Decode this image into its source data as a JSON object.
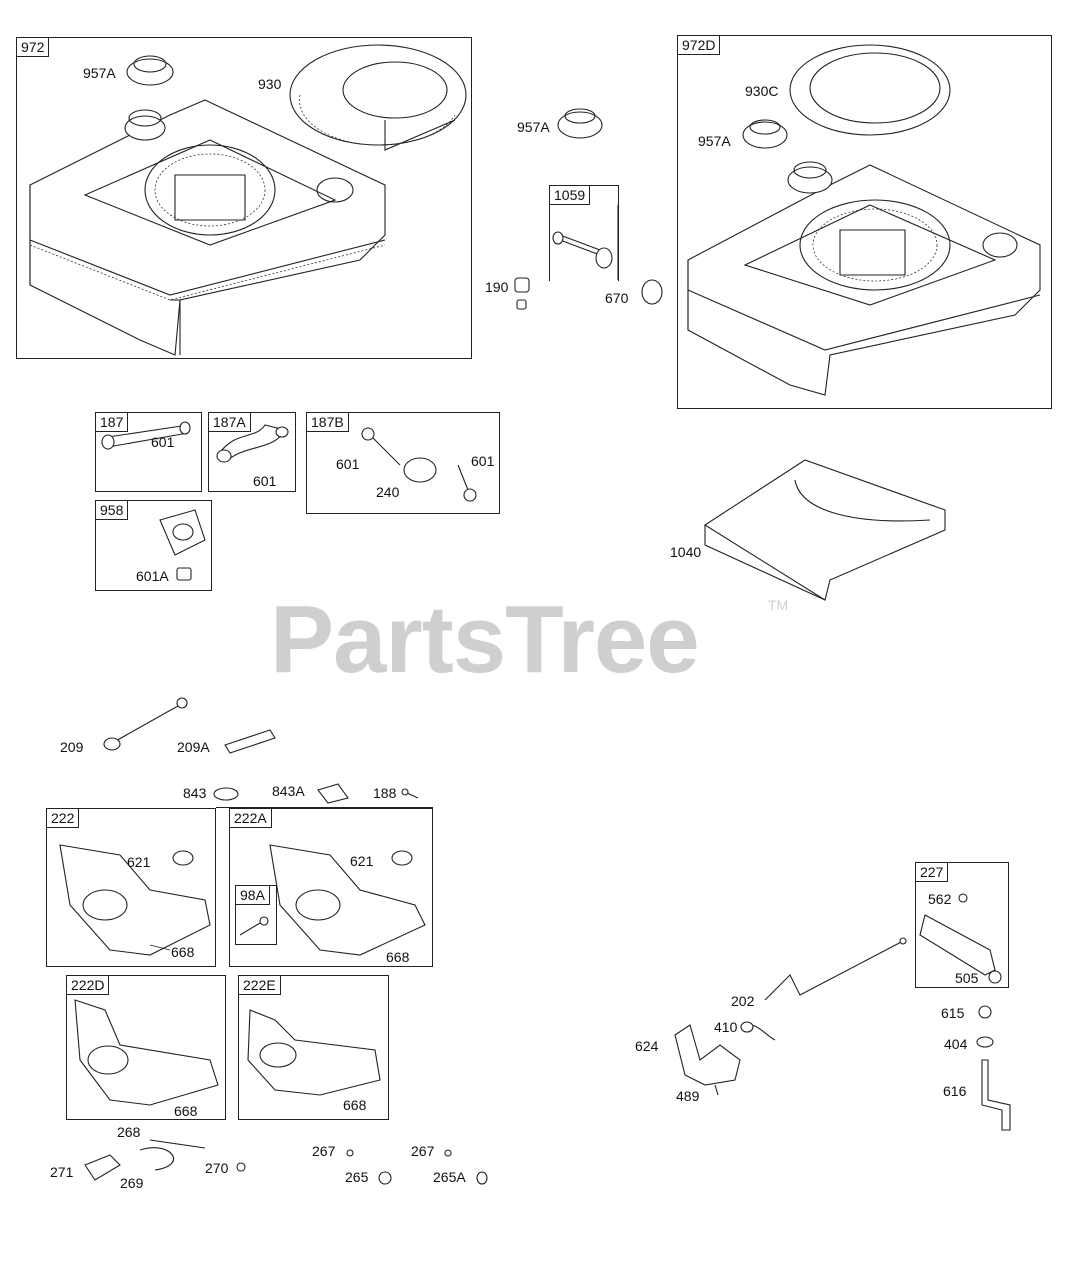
{
  "watermark": {
    "brand": "PartsTree",
    "tm": "TM"
  },
  "groups": [
    {
      "key": "g972",
      "tag": "972"
    },
    {
      "key": "g972d",
      "tag": "972D"
    },
    {
      "key": "g1059",
      "tag": "1059"
    },
    {
      "key": "g187",
      "tag": "187"
    },
    {
      "key": "g187a",
      "tag": "187A"
    },
    {
      "key": "g187b",
      "tag": "187B"
    },
    {
      "key": "g958",
      "tag": "958"
    },
    {
      "key": "g222",
      "tag": "222"
    },
    {
      "key": "g222a",
      "tag": "222A"
    },
    {
      "key": "g98a",
      "tag": "98A"
    },
    {
      "key": "g222d",
      "tag": "222D"
    },
    {
      "key": "g222e",
      "tag": "222E"
    },
    {
      "key": "g227",
      "tag": "227"
    }
  ],
  "labels": [
    "957A",
    "930",
    "957A",
    "190",
    "670",
    "930C",
    "957A",
    "601",
    "601",
    "601",
    "240",
    "601",
    "601A",
    "1040",
    "209",
    "209A",
    "843",
    "843A",
    "188",
    "621",
    "668",
    "621",
    "668",
    "668",
    "668",
    "562",
    "505",
    "202",
    "410",
    "624",
    "489",
    "615",
    "404",
    "616",
    "268",
    "271",
    "269",
    "270",
    "267",
    "267",
    "265",
    "265A"
  ]
}
